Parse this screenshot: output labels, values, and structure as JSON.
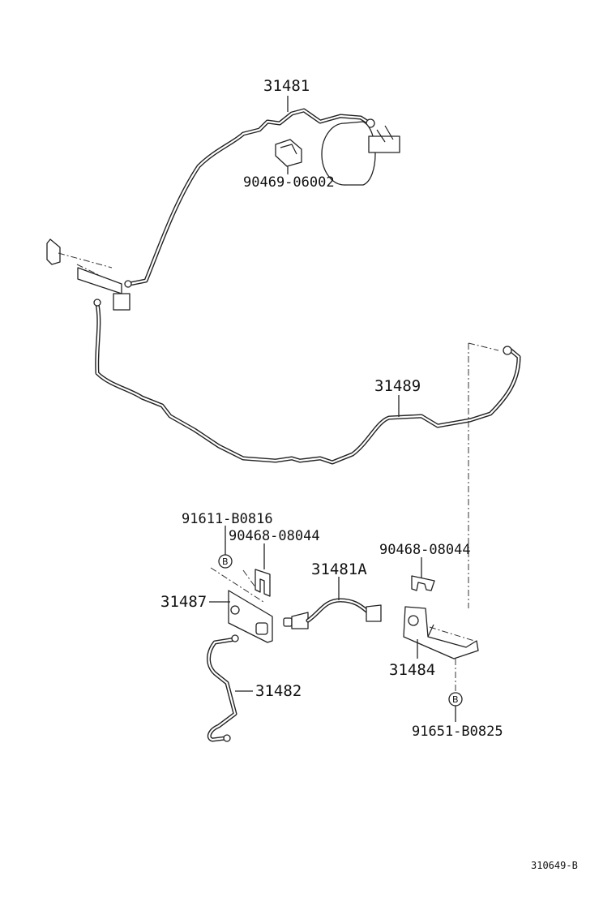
{
  "parts": {
    "p31481": "31481",
    "p90469_06002": "90469-06002",
    "p31489": "31489",
    "p91611_B0816": "91611-B0816",
    "p90468_08044_left": "90468-08044",
    "p31481A": "31481A",
    "p90468_08044_right": "90468-08044",
    "p31487": "31487",
    "p31484": "31484",
    "p31482": "31482",
    "p91651_B0825": "91651-B0825"
  },
  "callouts": {
    "left": "B",
    "right": "B"
  },
  "figure_id": "310649-B"
}
